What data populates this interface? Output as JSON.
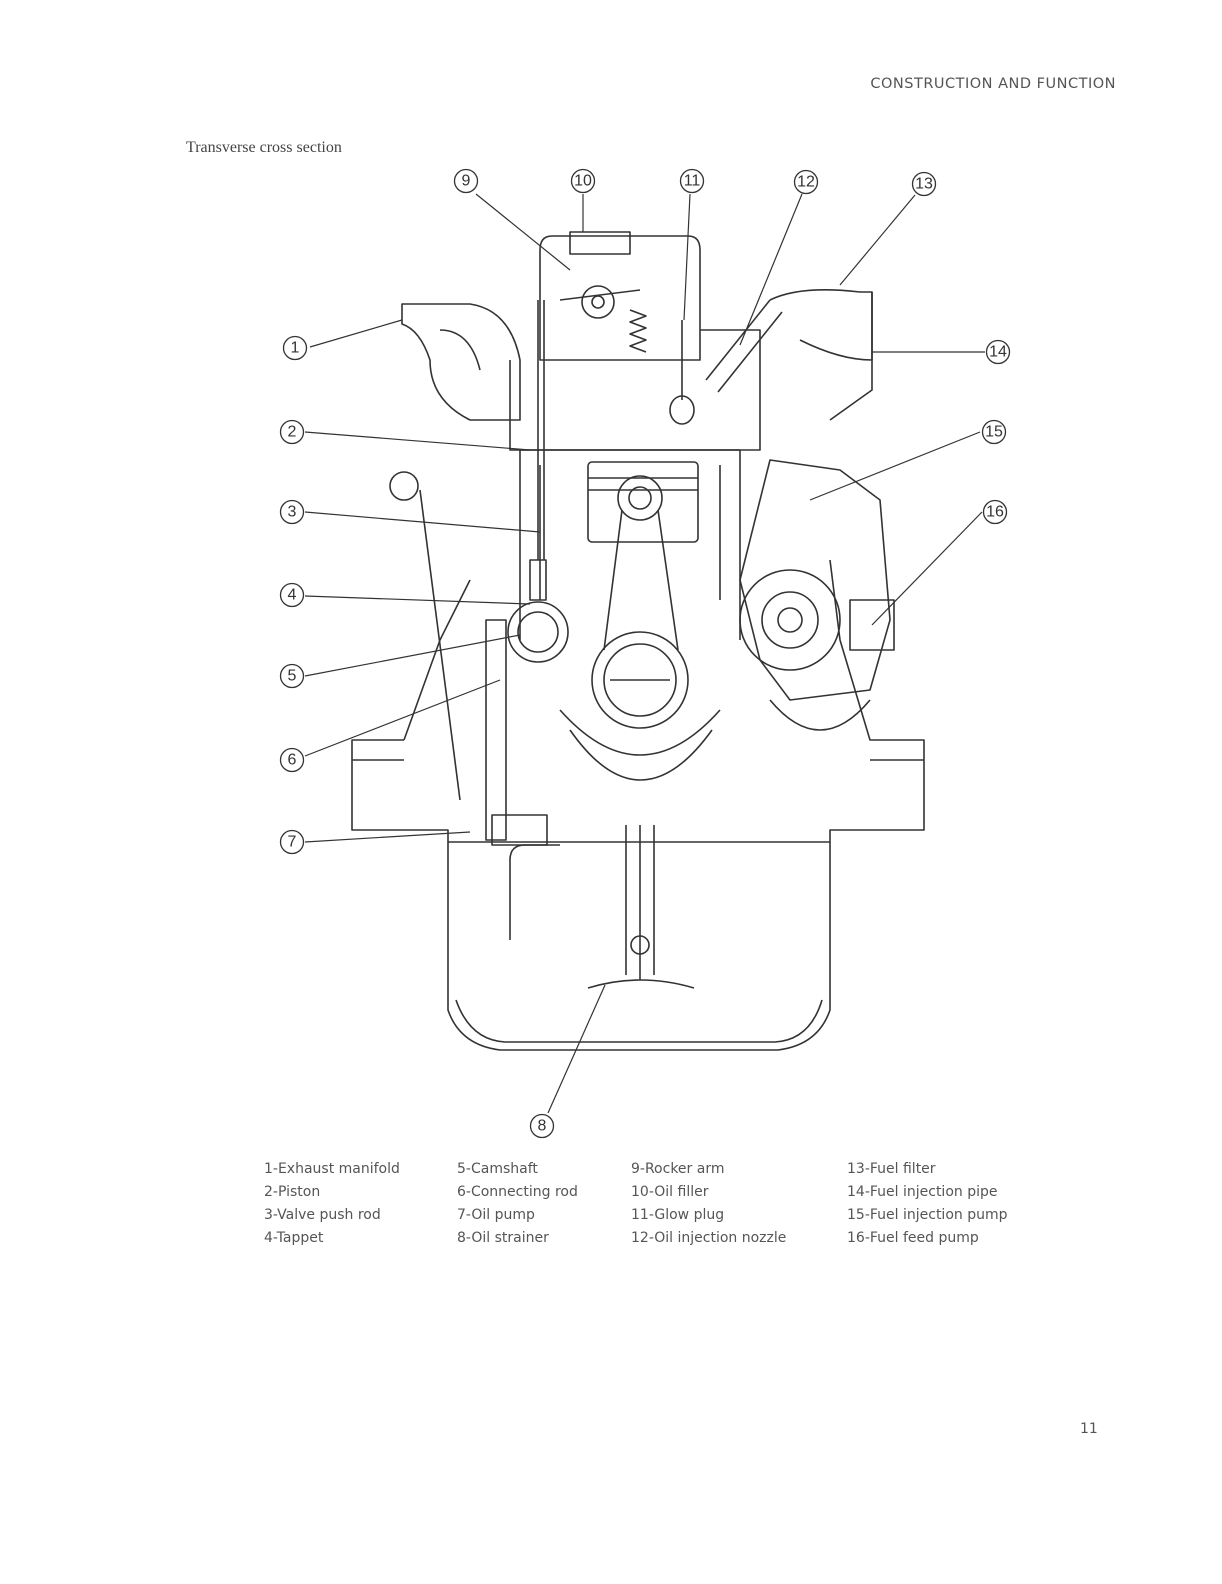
{
  "header": "CONSTRUCTION AND FUNCTION",
  "subtitle": "Transverse cross section",
  "callouts": [
    {
      "num": "1"
    },
    {
      "num": "2"
    },
    {
      "num": "3"
    },
    {
      "num": "4"
    },
    {
      "num": "5"
    },
    {
      "num": "6"
    },
    {
      "num": "7"
    },
    {
      "num": "8"
    },
    {
      "num": "9"
    },
    {
      "num": "10"
    },
    {
      "num": "11"
    },
    {
      "num": "12"
    },
    {
      "num": "13"
    },
    {
      "num": "14"
    },
    {
      "num": "15"
    },
    {
      "num": "16"
    }
  ],
  "legend": [
    "1-Exhaust manifold",
    "5-Camshaft",
    "9-Rocker arm",
    "13-Fuel filter",
    "2-Piston",
    "6-Connecting rod",
    "10-Oil filler",
    "14-Fuel injection pipe",
    "3-Valve push rod",
    "7-Oil pump",
    "11-Glow plug",
    "15-Fuel injection pump",
    "4-Tappet",
    "8-Oil strainer",
    "12-Oil injection nozzle",
    "16-Fuel feed pump"
  ],
  "page_number": "11",
  "colors": {
    "line": "#333333",
    "text": "#555555"
  }
}
